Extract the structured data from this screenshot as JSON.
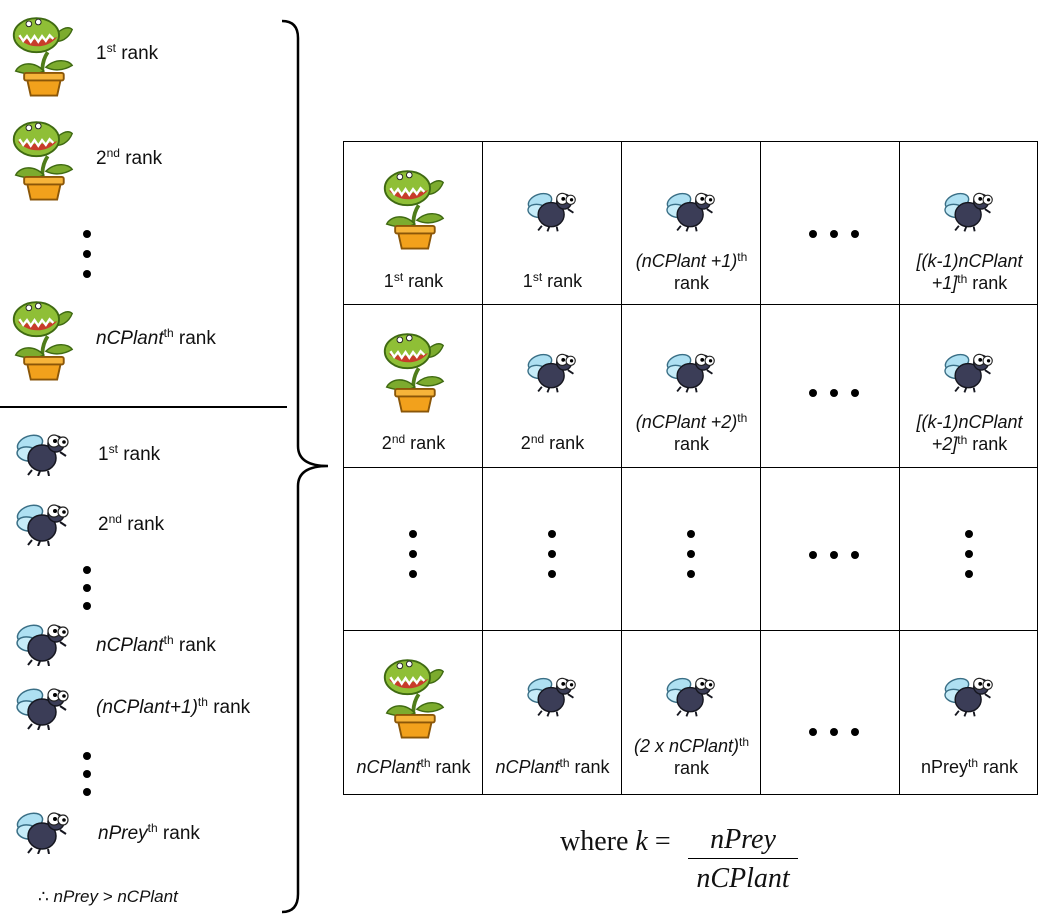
{
  "left_panel": {
    "plants": [
      {
        "prefix": "1",
        "sup": "st",
        "suffix": " rank",
        "italic": false
      },
      {
        "prefix": "2",
        "sup": "nd",
        "suffix": " rank",
        "italic": false
      },
      {
        "prefix": "nCPlant",
        "sup": "th",
        "suffix": " rank",
        "italic": true
      }
    ],
    "prey": [
      {
        "prefix": "1",
        "sup": "st",
        "suffix": " rank",
        "italic": false
      },
      {
        "prefix": "2",
        "sup": "nd",
        "suffix": " rank",
        "italic": false
      },
      {
        "prefix": "nCPlant",
        "sup": "th",
        "suffix": " rank",
        "italic": true
      },
      {
        "prefix": "(nCPlant+1)",
        "sup": "th",
        "suffix": " rank",
        "italic": true
      },
      {
        "prefix": "nPrey",
        "sup": "th",
        "suffix": " rank",
        "italic": true
      }
    ],
    "condition": {
      "symbol": "∴",
      "text": " nPrey > nCPlant"
    }
  },
  "grid": {
    "row1": [
      "1",
      "st",
      " rank",
      "1",
      "st",
      " rank",
      "(nCPlant +1)",
      "th",
      "rank",
      "[(k-1)nCPlant",
      "+1]",
      "th",
      " rank"
    ],
    "row2": [
      "2",
      "nd",
      " rank",
      "2",
      "nd",
      " rank",
      "(nCPlant +2)",
      "th",
      "rank",
      "[(k-1)nCPlant",
      "+2]",
      "th",
      " rank"
    ],
    "row4": [
      "nCPlant",
      "th",
      " rank",
      "nCPlant",
      "th",
      " rank",
      "(2 x nCPlant)",
      "th",
      "rank",
      "nPrey",
      "th",
      " rank"
    ]
  },
  "formula": {
    "prefix": "where ",
    "variable": "k",
    "equals": " = ",
    "numerator": "nPrey",
    "denominator": "nCPlant"
  },
  "icons": {
    "plant": "venus-flytrap-icon",
    "prey": "fly-icon"
  },
  "colors": {
    "pot": "#f2a11c",
    "leaf": "#7cab2e",
    "mouth": "#6e9a1e",
    "fly_body": "#3b3d57",
    "fly_wing": "#aee0f2"
  }
}
